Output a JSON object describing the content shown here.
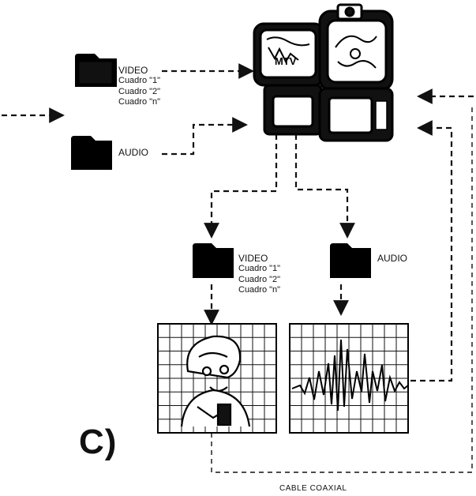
{
  "diagram": {
    "top_video_group": {
      "title": "VIDEO",
      "frames": [
        "Cuadro \"1\"",
        "Cuadro \"2\"",
        "Cuadro \"n\""
      ]
    },
    "top_audio_label": "AUDIO",
    "bottom_video_group": {
      "title": "VIDEO",
      "frames": [
        "Cuadro \"1\"",
        "Cuadro \"2\"",
        "Cuadro \"n\""
      ]
    },
    "bottom_audio_label": "AUDIO",
    "panel_label": "C)",
    "cable_label": "CABLE COAXIAL"
  },
  "colors": {
    "ink": "#111111",
    "folder": "#000000",
    "background": "#ffffff"
  }
}
